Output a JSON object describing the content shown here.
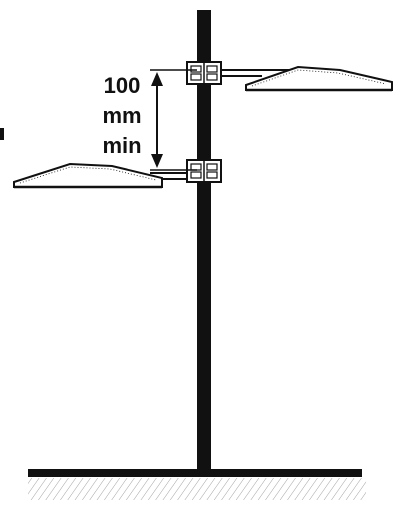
{
  "dimension": {
    "value": "100",
    "unit": "mm",
    "qualifier": "min"
  },
  "colors": {
    "ink": "#111111",
    "ground_hatch": "#555555",
    "background": "#ffffff"
  },
  "icons": {
    "upper_bracket": "bracket-clamp-icon",
    "lower_bracket": "bracket-clamp-icon"
  }
}
